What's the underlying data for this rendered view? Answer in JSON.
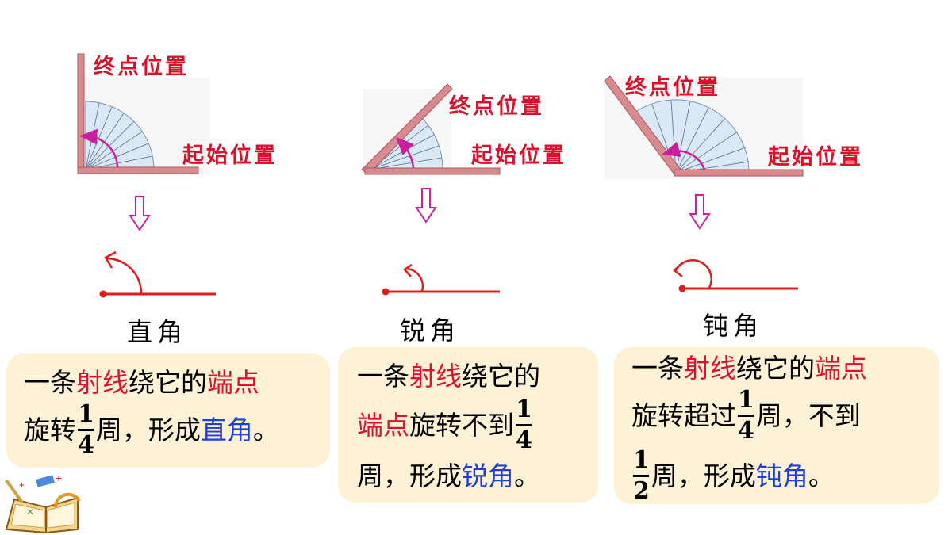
{
  "panels": [
    {
      "end_label": "终点位置",
      "start_label": "起始位置",
      "angle_name": "直角",
      "card": {
        "line1": [
          {
            "t": "一条",
            "c": "k"
          },
          {
            "t": "射线",
            "c": "r"
          },
          {
            "t": "绕它的",
            "c": "k"
          },
          {
            "t": "端点",
            "c": "r"
          }
        ],
        "line2_pre": "旋转",
        "frac1": {
          "num": "1",
          "den": "4"
        },
        "line2_post": "周，形成",
        "name": "直角",
        "end": "。"
      }
    },
    {
      "end_label": "终点位置",
      "start_label": "起始位置",
      "angle_name": "锐角",
      "card": {
        "line1": [
          {
            "t": "一条",
            "c": "k"
          },
          {
            "t": "射线",
            "c": "r"
          },
          {
            "t": "绕它的",
            "c": "k"
          }
        ],
        "line2_red": "端点",
        "line2_pre": "旋转不到",
        "frac1": {
          "num": "1",
          "den": "4"
        },
        "line3_pre": "周，形成",
        "name": "锐角",
        "end": "。"
      }
    },
    {
      "end_label": "终点位置",
      "start_label": "起始位置",
      "angle_name": "钝角",
      "card": {
        "line1": [
          {
            "t": "一条",
            "c": "k"
          },
          {
            "t": "射线",
            "c": "r"
          },
          {
            "t": "绕它的",
            "c": "k"
          },
          {
            "t": "端点",
            "c": "r"
          }
        ],
        "line2_pre": "旋转超过",
        "frac1": {
          "num": "1",
          "den": "4"
        },
        "line2_post": "周，不到",
        "frac2": {
          "num": "1",
          "den": "2"
        },
        "line3_post": "周，形成",
        "name": "钝角",
        "end": "。"
      }
    }
  ],
  "colors": {
    "label_red": "#d9112a",
    "ray_red": "#e01b1b",
    "arrow_magenta": "#cc1fa0",
    "stick_pink": "#d98a8e",
    "fan_blue": "#dbe8f6",
    "card_bg": "#fdf2d6",
    "name_blue": "#1f3fd8"
  },
  "icons": [
    "down-arrow-icon",
    "rotation-arrow-icon",
    "stationery-book-icon"
  ]
}
